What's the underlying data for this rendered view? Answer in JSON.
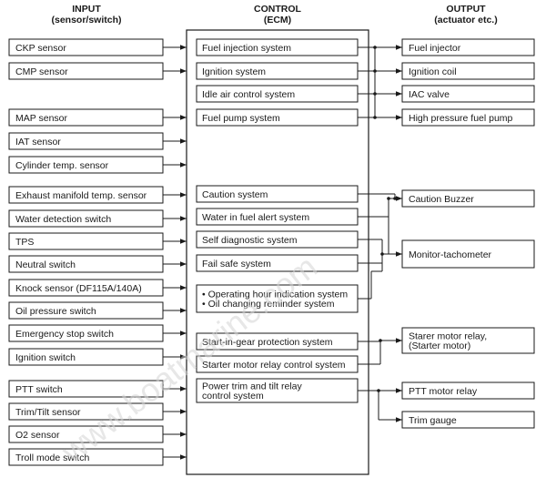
{
  "headers": {
    "input_title": "INPUT",
    "input_sub": "(sensor/switch)",
    "control_title": "CONTROL",
    "control_sub": "(ECM)",
    "output_title": "OUTPUT",
    "output_sub": "(actuator etc.)"
  },
  "inputs": [
    "CKP sensor",
    "CMP sensor",
    "MAP sensor",
    "IAT sensor",
    "Cylinder temp. sensor",
    "Exhaust manifold temp. sensor",
    "Water detection switch",
    "TPS",
    "Neutral switch",
    "Knock sensor (DF115A/140A)",
    "Oil pressure switch",
    "Emergency stop switch",
    "Ignition switch",
    "PTT switch",
    "Trim/Tilt sensor",
    "O2 sensor",
    "Troll mode switch"
  ],
  "control": [
    {
      "lines": [
        "Fuel injection system"
      ]
    },
    {
      "lines": [
        "Ignition system"
      ]
    },
    {
      "lines": [
        "Idle air control system"
      ]
    },
    {
      "lines": [
        "Fuel pump system"
      ]
    },
    {
      "lines": [
        "Caution system"
      ]
    },
    {
      "lines": [
        "Water in fuel alert system"
      ]
    },
    {
      "lines": [
        "Self diagnostic system"
      ]
    },
    {
      "lines": [
        "Fail safe system"
      ]
    },
    {
      "lines": [
        "• Operating hour indication system",
        "• Oil changing reminder system"
      ]
    },
    {
      "lines": [
        "Start-in-gear protection system"
      ]
    },
    {
      "lines": [
        "Starter motor relay control system"
      ]
    },
    {
      "lines": [
        "Power trim and tilt relay",
        "control system"
      ]
    }
  ],
  "outputs": [
    {
      "lines": [
        "Fuel injector"
      ]
    },
    {
      "lines": [
        "Ignition coil"
      ]
    },
    {
      "lines": [
        "IAC valve"
      ]
    },
    {
      "lines": [
        "High pressure fuel pump"
      ]
    },
    {
      "lines": [
        "Caution Buzzer"
      ]
    },
    {
      "lines": [
        "Monitor-tachometer"
      ]
    },
    {
      "lines": [
        "Starer motor relay,",
        "(Starter motor)"
      ]
    },
    {
      "lines": [
        "PTT motor relay"
      ]
    },
    {
      "lines": [
        "Trim gauge"
      ]
    }
  ],
  "watermark": "www.boatmarine.com"
}
